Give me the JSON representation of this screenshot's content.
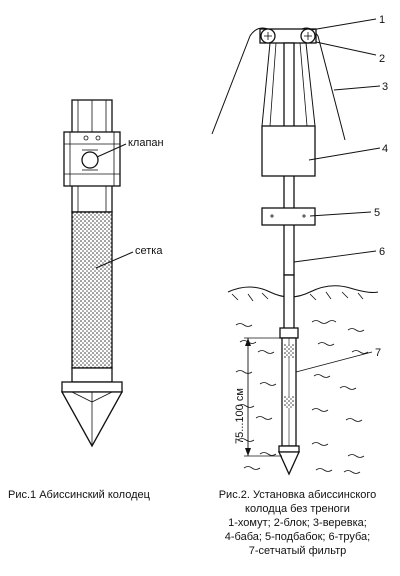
{
  "fig1": {
    "labels": {
      "valve": "клапан",
      "mesh": "сетка"
    },
    "caption": "Рис.1   Абиссинский колодец"
  },
  "fig2": {
    "callouts": [
      "1",
      "2",
      "3",
      "4",
      "5",
      "6",
      "7"
    ],
    "depth_label": "75...100 см",
    "caption_lines": [
      "Рис.2. Установка абиссинского",
      "колодца без треноги",
      "1-хомут; 2-блок; 3-веревка;",
      "4-баба; 5-подбабок; 6-труба;",
      "7-сетчатый фильтр"
    ]
  },
  "colors": {
    "ink": "#111111",
    "paper": "#ffffff"
  }
}
